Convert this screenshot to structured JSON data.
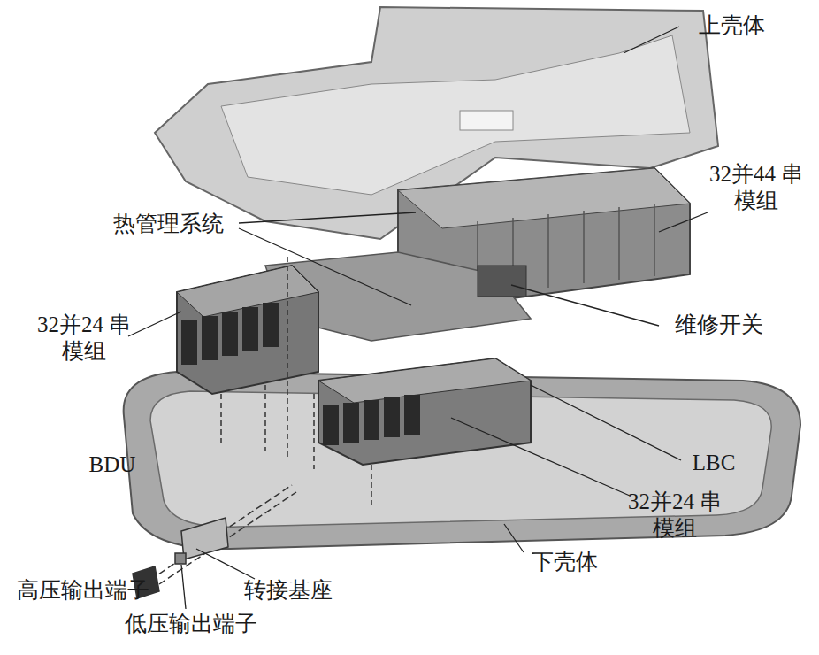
{
  "diagram": {
    "labels": [
      "上壳体",
      "32并44 串模组",
      "热管理系统",
      "维修开关",
      "32并24 串模组",
      "BDU",
      "LBC",
      "32并24 串模组",
      "下壳体",
      "高压输出端子",
      "转接基座",
      "低压输出端子"
    ]
  }
}
